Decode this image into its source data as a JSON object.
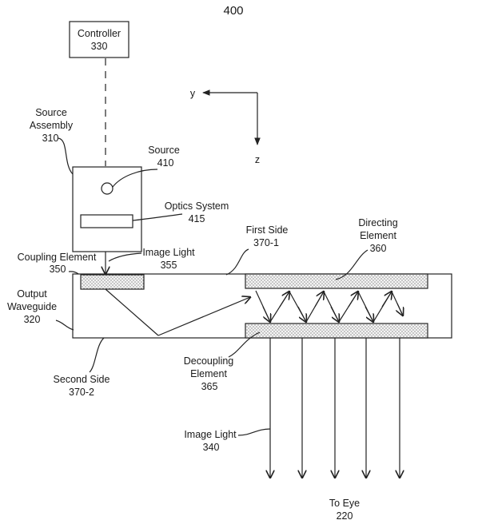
{
  "figure_number": "400",
  "controller": {
    "name": "Controller",
    "ref": "330"
  },
  "axes": {
    "y": "y",
    "z": "z"
  },
  "source_assembly": {
    "name_line1": "Source",
    "name_line2": "Assembly",
    "ref": "310"
  },
  "source": {
    "name": "Source",
    "ref": "410"
  },
  "optics_system": {
    "name": "Optics System",
    "ref": "415"
  },
  "coupling_element": {
    "name": "Coupling Element",
    "ref": "350"
  },
  "image_light_in": {
    "name": "Image Light",
    "ref": "355"
  },
  "first_side": {
    "name": "First Side",
    "ref": "370-1"
  },
  "directing_element": {
    "name_line1": "Directing",
    "name_line2": "Element",
    "ref": "360"
  },
  "output_waveguide": {
    "name_line1": "Output",
    "name_line2": "Waveguide",
    "ref": "320"
  },
  "second_side": {
    "name": "Second Side",
    "ref": "370-2"
  },
  "decoupling_element": {
    "name_line1": "Decoupling",
    "name_line2": "Element",
    "ref": "365"
  },
  "image_light_out": {
    "name": "Image Light",
    "ref": "340"
  },
  "to_eye": {
    "name": "To Eye",
    "ref": "220"
  }
}
